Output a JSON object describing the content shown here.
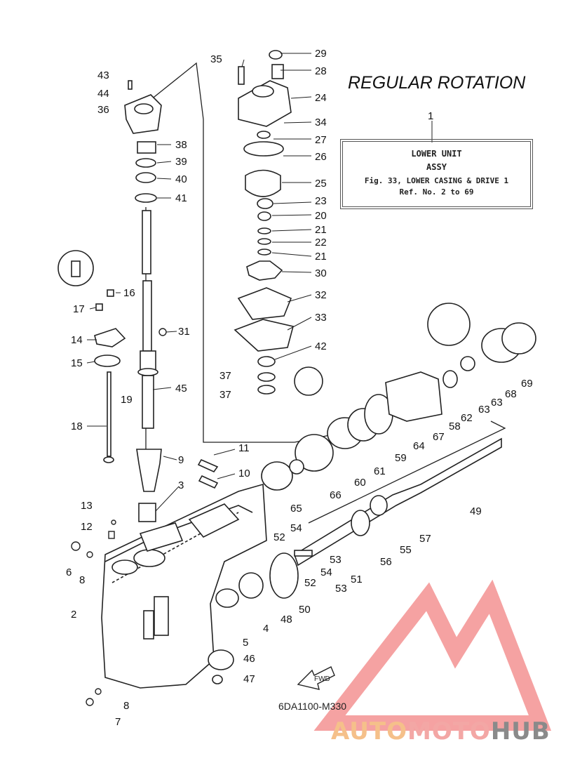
{
  "title": "REGULAR ROTATION",
  "reference_box": {
    "callout": "1",
    "line1": "LOWER UNIT",
    "line2": "ASSY",
    "line3": "Fig. 33, LOWER CASING & DRIVE 1",
    "line4": "Ref. No. 2 to 69"
  },
  "drawing_code": "6DA1100-M330",
  "fwd_label": "FWD",
  "watermark": {
    "part1": "AUTO",
    "part2": "MOTO",
    "part3": "HUB"
  },
  "part_labels": [
    "29",
    "28",
    "35",
    "24",
    "43",
    "44",
    "36",
    "34",
    "27",
    "26",
    "38",
    "39",
    "40",
    "25",
    "41",
    "23",
    "20",
    "21",
    "22",
    "21",
    "30",
    "16",
    "17",
    "32",
    "31",
    "14",
    "33",
    "42",
    "15",
    "45",
    "37",
    "37",
    "19",
    "18",
    "9",
    "11",
    "10",
    "3",
    "13",
    "12",
    "6",
    "8",
    "2",
    "52",
    "54",
    "53",
    "51",
    "53",
    "52",
    "54",
    "50",
    "48",
    "4",
    "5",
    "46",
    "47",
    "8",
    "7",
    "66",
    "65",
    "60",
    "61",
    "59",
    "64",
    "67",
    "58",
    "62",
    "63",
    "63",
    "68",
    "69",
    "49",
    "57",
    "56",
    "55"
  ],
  "colors": {
    "line": "#222222",
    "watermark_red": "#f28b8b",
    "watermark_orange": "#f5c08a",
    "watermark_gray": "#8a8a8a"
  }
}
